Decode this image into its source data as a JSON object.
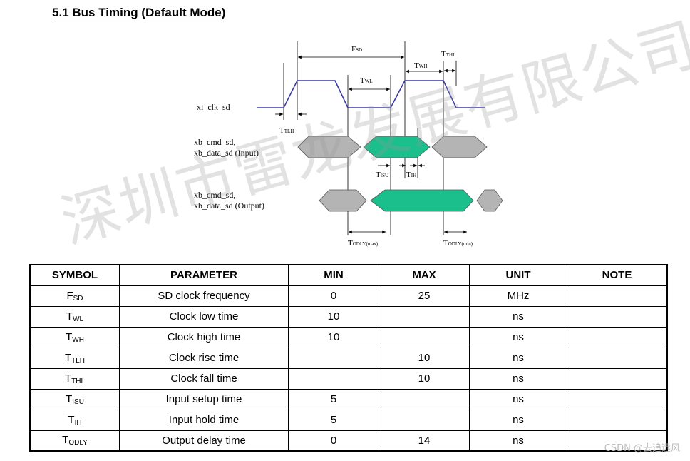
{
  "heading": "5.1 Bus Timing (Default Mode)",
  "diagram": {
    "signals": {
      "clk": "xi_clk_sd",
      "input_line1": "xb_cmd_sd,",
      "input_line2": "xb_data_sd (Input)",
      "output_line1": "xb_cmd_sd,",
      "output_line2": "xb_data_sd (Output)"
    },
    "timing_labels": {
      "fsd": {
        "base": "F",
        "sub": "SD"
      },
      "twh": {
        "base": "T",
        "sub": "WH"
      },
      "tthl": {
        "base": "T",
        "sub": "THL"
      },
      "twl": {
        "base": "T",
        "sub": "WL"
      },
      "ttlh": {
        "base": "T",
        "sub": "TLH"
      },
      "tisu": {
        "base": "T",
        "sub": "ISU"
      },
      "tih": {
        "base": "T",
        "sub": "IH"
      },
      "todly_max": {
        "base": "T",
        "sub": "ODLY(max)"
      },
      "todly_min": {
        "base": "T",
        "sub": "ODLY(min)"
      }
    },
    "colors": {
      "clock": "#3a3aa8",
      "valid": "#1bbf8c",
      "invalid": "#b4b4b4"
    }
  },
  "table": {
    "headers": [
      "SYMBOL",
      "PARAMETER",
      "MIN",
      "MAX",
      "UNIT",
      "NOTE"
    ],
    "rows": [
      {
        "sym": "F",
        "sub": "SD",
        "param": "SD clock frequency",
        "min": "0",
        "max": "25",
        "unit": "MHz",
        "note": ""
      },
      {
        "sym": "T",
        "sub": "WL",
        "param": "Clock low time",
        "min": "10",
        "max": "",
        "unit": "ns",
        "note": ""
      },
      {
        "sym": "T",
        "sub": "WH",
        "param": "Clock high time",
        "min": "10",
        "max": "",
        "unit": "ns",
        "note": ""
      },
      {
        "sym": "T",
        "sub": "TLH",
        "param": "Clock rise time",
        "min": "",
        "max": "10",
        "unit": "ns",
        "note": ""
      },
      {
        "sym": "T",
        "sub": "THL",
        "param": "Clock fall time",
        "min": "",
        "max": "10",
        "unit": "ns",
        "note": ""
      },
      {
        "sym": "T",
        "sub": "ISU",
        "param": "Input setup time",
        "min": "5",
        "max": "",
        "unit": "ns",
        "note": ""
      },
      {
        "sym": "T",
        "sub": "IH",
        "param": "Input hold time",
        "min": "5",
        "max": "",
        "unit": "ns",
        "note": ""
      },
      {
        "sym": "T",
        "sub": "ODLY",
        "param": "Output delay time",
        "min": "0",
        "max": "14",
        "unit": "ns",
        "note": ""
      }
    ]
  },
  "watermark": "深圳市雷龙发展有限公司",
  "csdn_mark": "CSDN @去追远风"
}
